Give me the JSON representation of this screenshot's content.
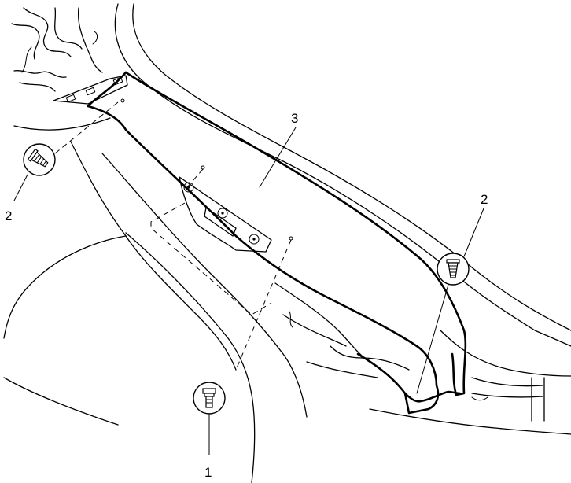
{
  "callouts": {
    "label_1": "1",
    "label_2_left": "2",
    "label_2_right": "2",
    "label_3": "3"
  },
  "icons": {
    "part_1": "bolt-icon",
    "part_2": "clip-icon"
  }
}
